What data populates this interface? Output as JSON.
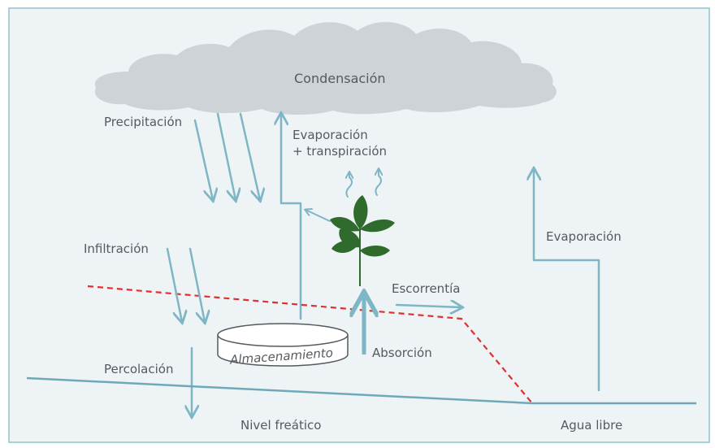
{
  "diagram": {
    "labels": {
      "condensacion": "Condensación",
      "precipitacion": "Precipitación",
      "evap_transp_1": "Evaporación",
      "evap_transp_2": "+ transpiración",
      "infiltracion": "Infiltración",
      "evaporacion": "Evaporación",
      "escorrentia": "Escorrentía",
      "almacenamiento": "Almacenamiento",
      "absorcion": "Absorción",
      "percolacion": "Percolación",
      "nivel_freatico": "Nivel freático",
      "agua_libre": "Agua libre"
    },
    "colors": {
      "frame_border": "#8fc3cf",
      "background": "#eef3f6",
      "cloud": "#cdd3d7",
      "arrow": "#7fb6c6",
      "ground_line": "#6fa9b9",
      "dashed_line": "#e0302f",
      "leaf": "#2e6b2c",
      "text": "#555a5e"
    }
  }
}
